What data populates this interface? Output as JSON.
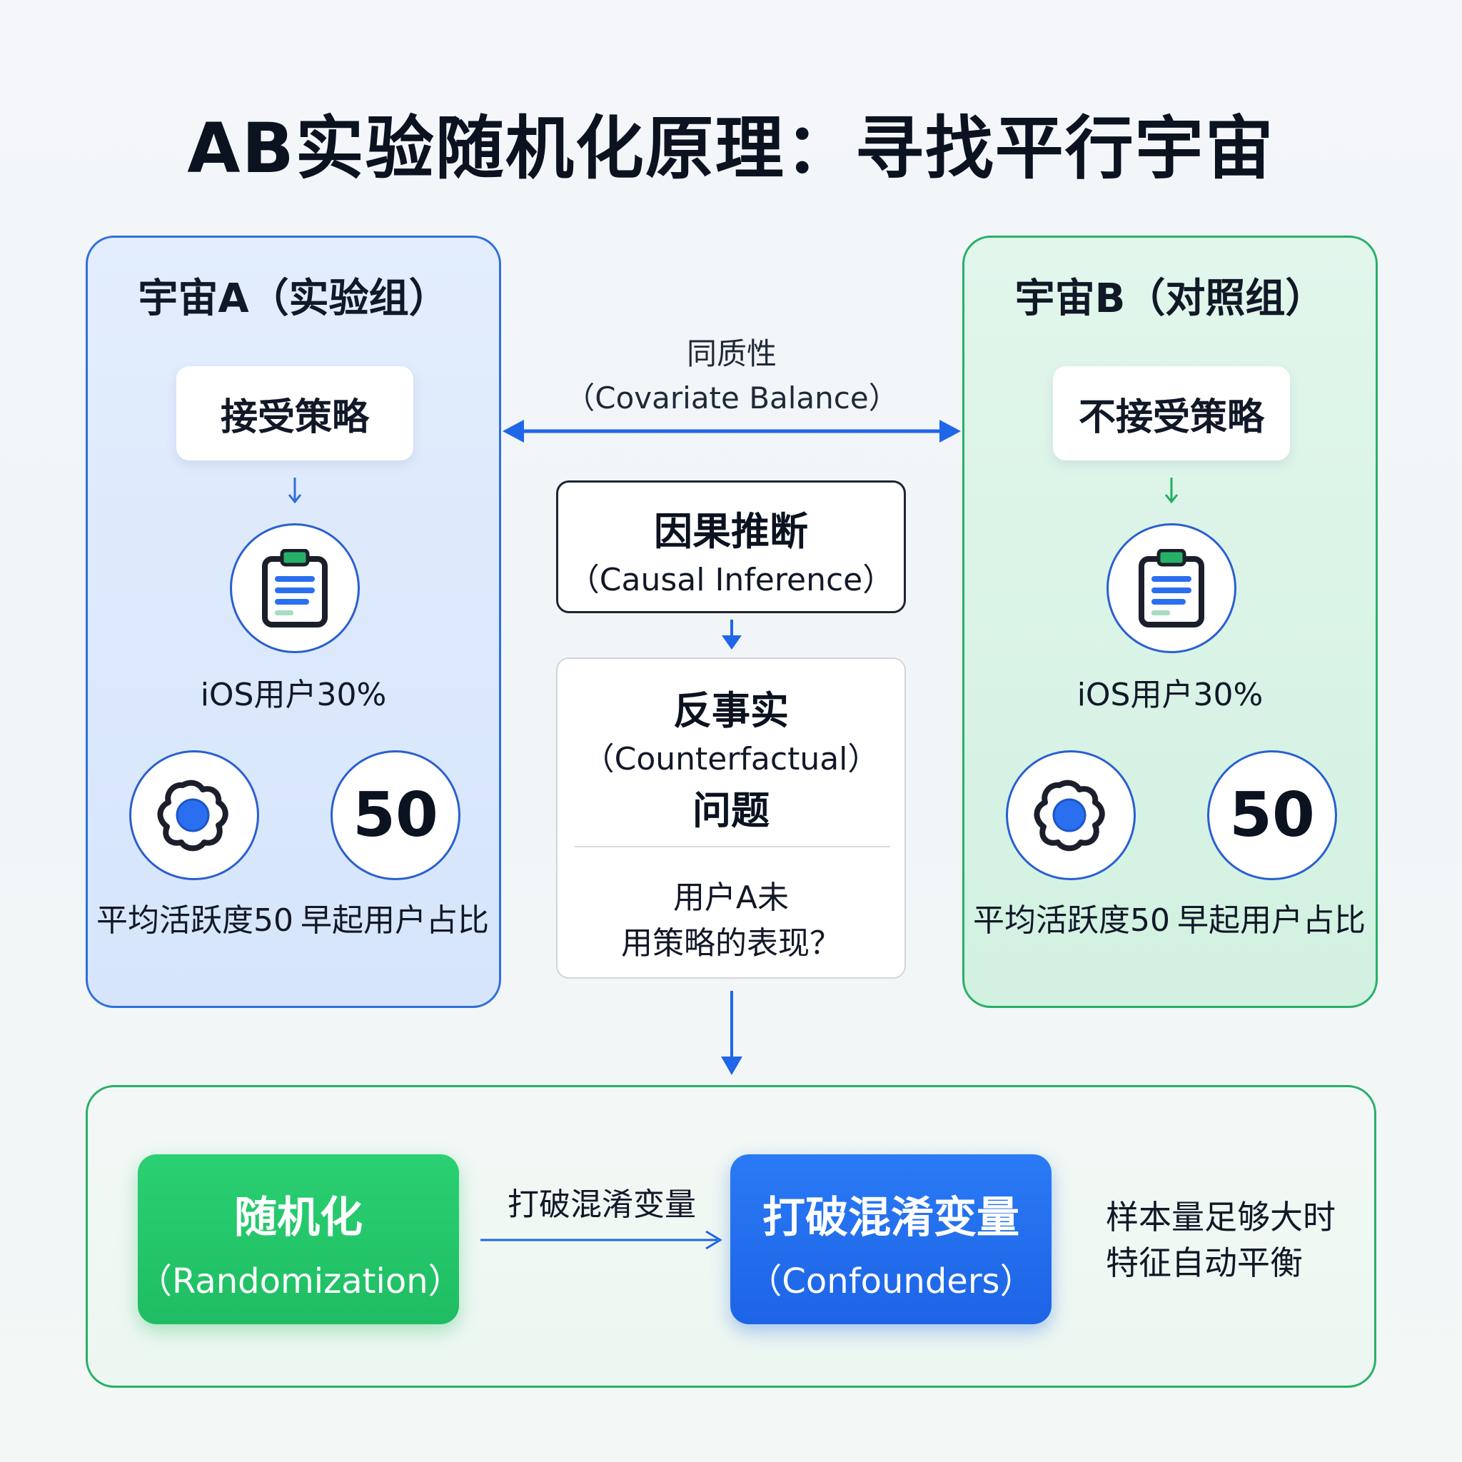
{
  "title": "AB实验随机化原理：寻找平行宇宙",
  "universe_a": {
    "title": "宇宙A（实验组）",
    "policy": "接受策略",
    "clipboard_icon": "clipboard-icon",
    "ios_label": "iOS用户30%",
    "activity_icon": "gear-badge-icon",
    "activity_label": "平均活跃度50",
    "early_value": "50",
    "early_label": "早起用户占比"
  },
  "universe_b": {
    "title": "宇宙B（对照组）",
    "policy": "不接受策略",
    "clipboard_icon": "clipboard-icon",
    "ios_label": "iOS用户30%",
    "activity_icon": "gear-badge-icon",
    "activity_label": "平均活跃度50",
    "early_value": "50",
    "early_label": "早起用户占比"
  },
  "center": {
    "balance_title": "同质性",
    "balance_subtitle": "（Covariate Balance）",
    "causal_title": "因果推断",
    "causal_subtitle": "（Causal Inference）",
    "cf_title": "反事实",
    "cf_subtitle": "（Counterfactual）",
    "cf_title2": "问题",
    "cf_question_line1": "用户A未",
    "cf_question_line2": "用策略的表现？"
  },
  "bottom": {
    "random_title": "随机化",
    "random_subtitle": "（Randomization）",
    "flow_label": "打破混淆变量",
    "confound_title": "打破混淆变量",
    "confound_subtitle": "（Confounders）",
    "note_line1": "样本量足够大时",
    "note_line2": "特征自动平衡"
  },
  "colors": {
    "blue_accent": "#2a6ff0",
    "green_accent": "#22c068",
    "text_dark": "#0b1220"
  }
}
